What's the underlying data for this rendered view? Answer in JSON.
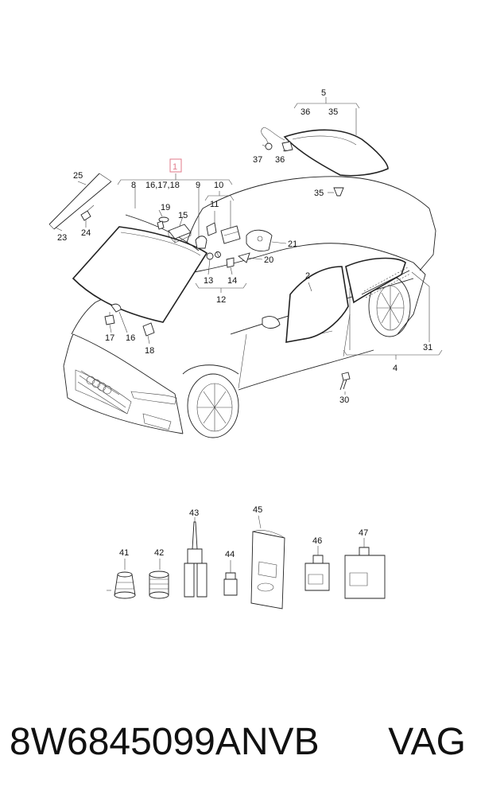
{
  "diagram": {
    "highlighted_label": "1",
    "labels": {
      "l1": "1",
      "l2": "2",
      "l4": "4",
      "l5": "5",
      "l8": "8",
      "l9": "9",
      "l10": "10",
      "l11": "11",
      "l12": "12",
      "l13": "13",
      "l14": "14",
      "l15": "15",
      "l16a": "16,17,18",
      "l16": "16",
      "l17": "17",
      "l18": "18",
      "l19": "19",
      "l20": "20",
      "l21": "21",
      "l23": "23",
      "l24": "24",
      "l25": "25",
      "l30": "30",
      "l31": "31",
      "l35a": "35",
      "l35b": "35",
      "l36a": "36",
      "l36b": "36",
      "l37": "37",
      "l41": "41",
      "l42": "42",
      "l43": "43",
      "l44": "44",
      "l45": "45",
      "l46": "46",
      "l47": "47"
    },
    "highlight_color": "#e07a8a"
  },
  "footer": {
    "part_number": "8W6845099ANVB",
    "brand": "VAG"
  }
}
